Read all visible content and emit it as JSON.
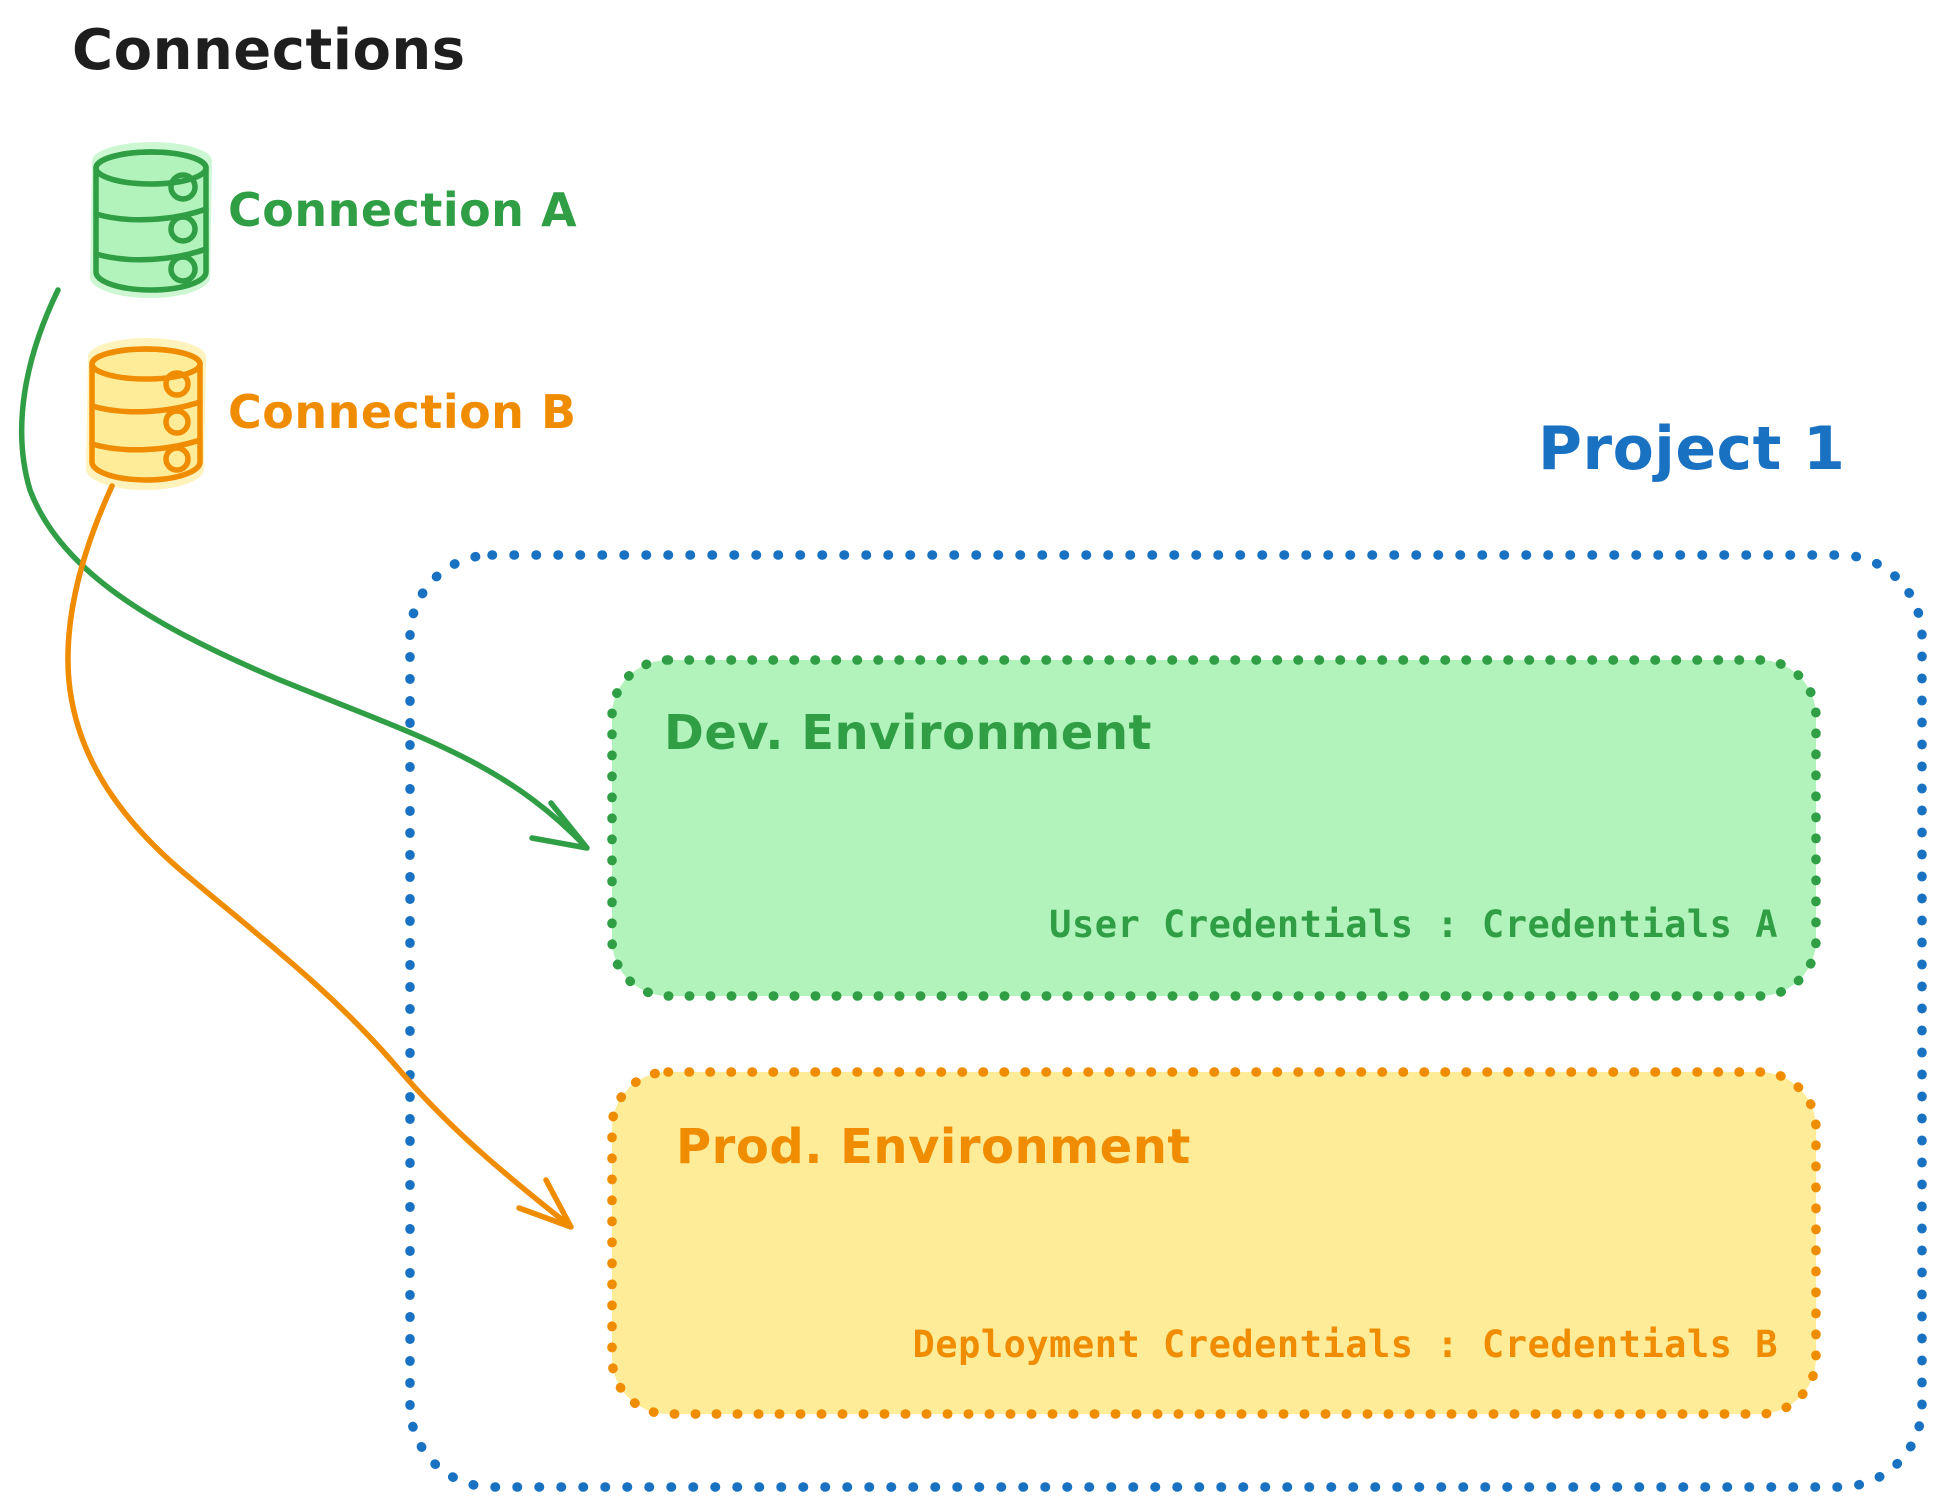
{
  "title": "Connections",
  "colors": {
    "ink": "#1e1e1e",
    "green": "#2f9e44",
    "green_fill": "#b2f2bb",
    "orange": "#f08c00",
    "orange_fill": "#ffec99",
    "blue": "#1971c2"
  },
  "connections": [
    {
      "label": "Connection A"
    },
    {
      "label": "Connection B"
    }
  ],
  "project": {
    "title": "Project 1",
    "environments": [
      {
        "name": "Dev. Environment",
        "credentials": "User Credentials : Credentials A"
      },
      {
        "name": "Prod. Environment",
        "credentials": "Deployment Credentials : Credentials B"
      }
    ]
  }
}
